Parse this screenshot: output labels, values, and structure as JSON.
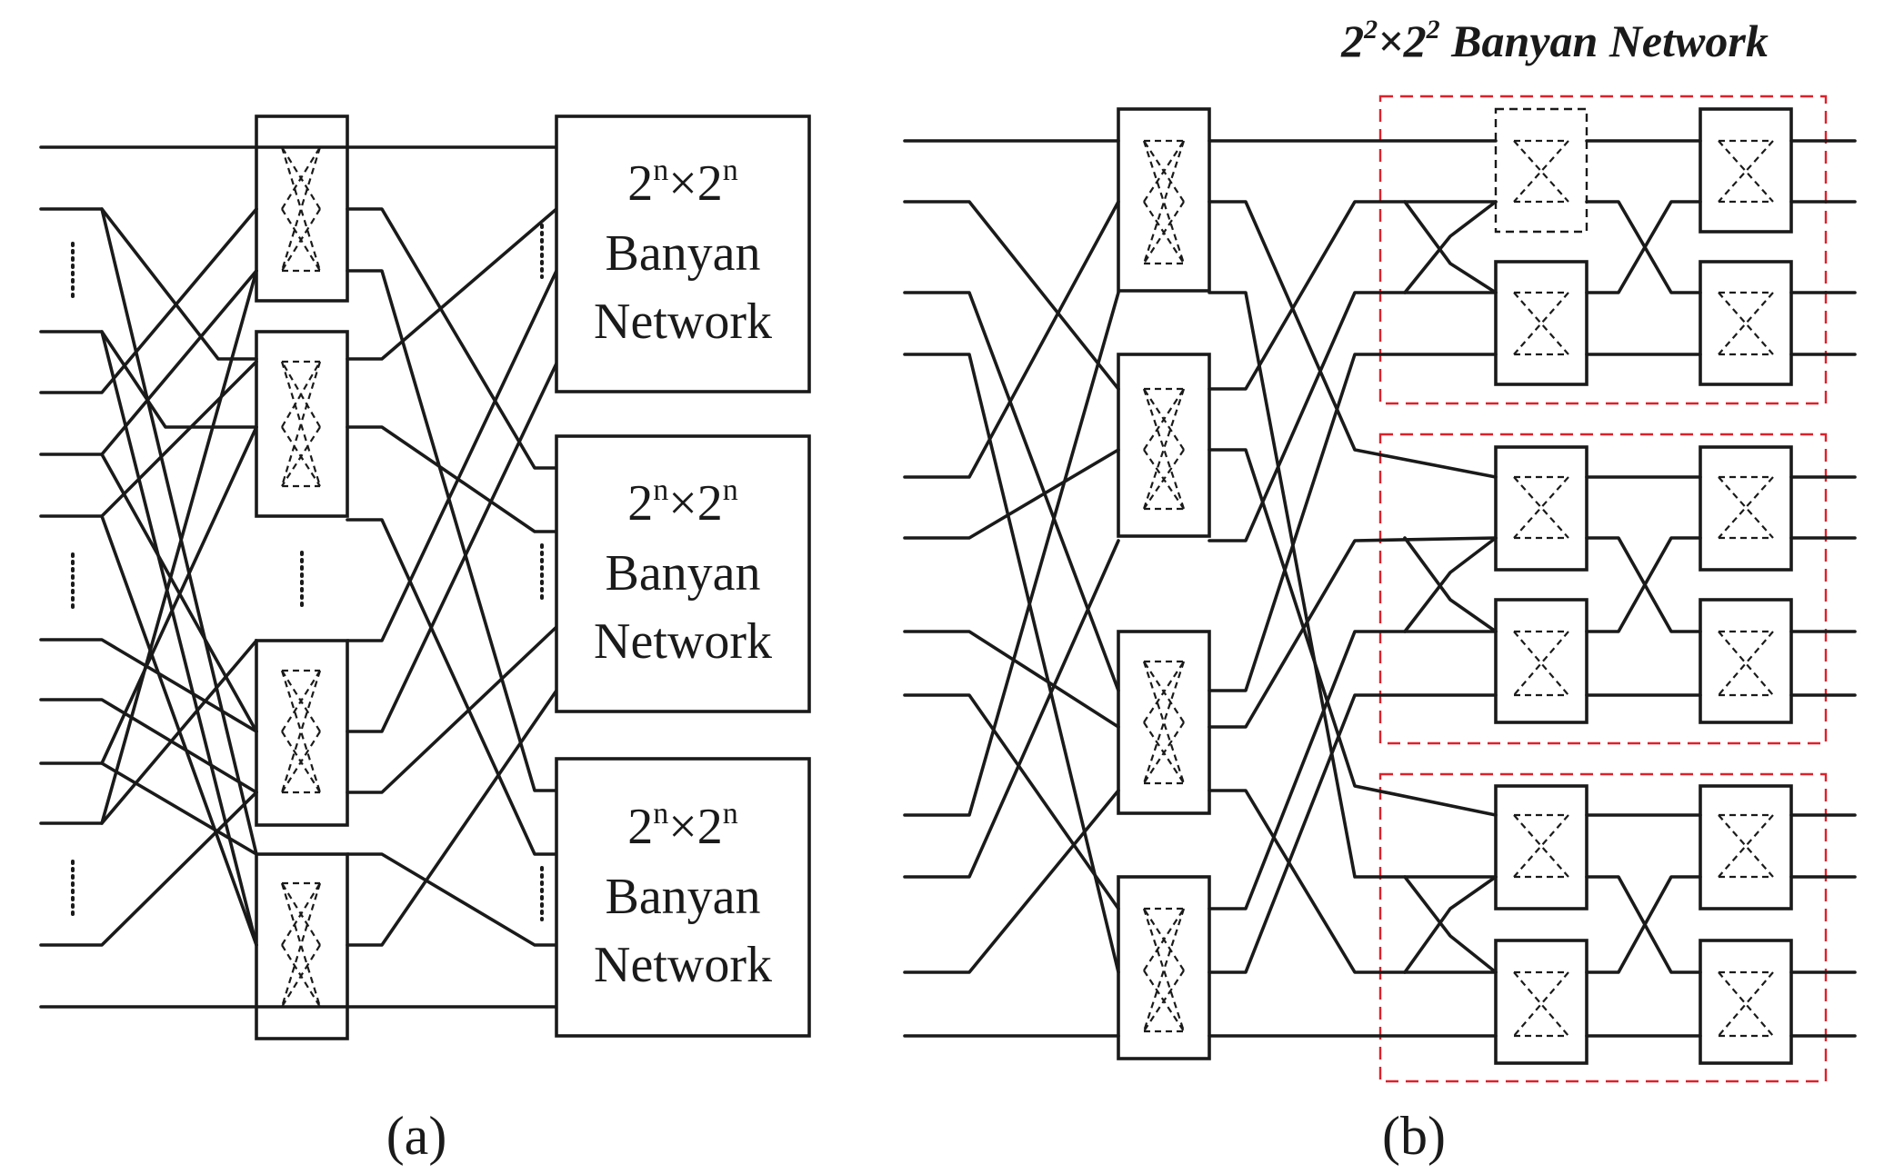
{
  "panel_a": {
    "banyan_blocks": [
      {
        "line1_base": "2",
        "line1_exp1": "n",
        "line1_mid": "×2",
        "line1_exp2": "n",
        "line2": "Banyan",
        "line3": "Network"
      },
      {
        "line1_base": "2",
        "line1_exp1": "n",
        "line1_mid": "×2",
        "line1_exp2": "n",
        "line2": "Banyan",
        "line3": "Network"
      },
      {
        "line1_base": "2",
        "line1_exp1": "n",
        "line1_mid": "×2",
        "line1_exp2": "n",
        "line2": "Banyan",
        "line3": "Network"
      }
    ],
    "caption": "(a)"
  },
  "panel_b": {
    "title_base1": "2",
    "title_exp1": "2",
    "title_mid": "×2",
    "title_exp2": "2",
    "title_rest": " Banyan Network",
    "caption": "(b)"
  },
  "colors": {
    "line": "#1a1a1a",
    "highlight": "#e0202a",
    "background": "#ffffff"
  }
}
